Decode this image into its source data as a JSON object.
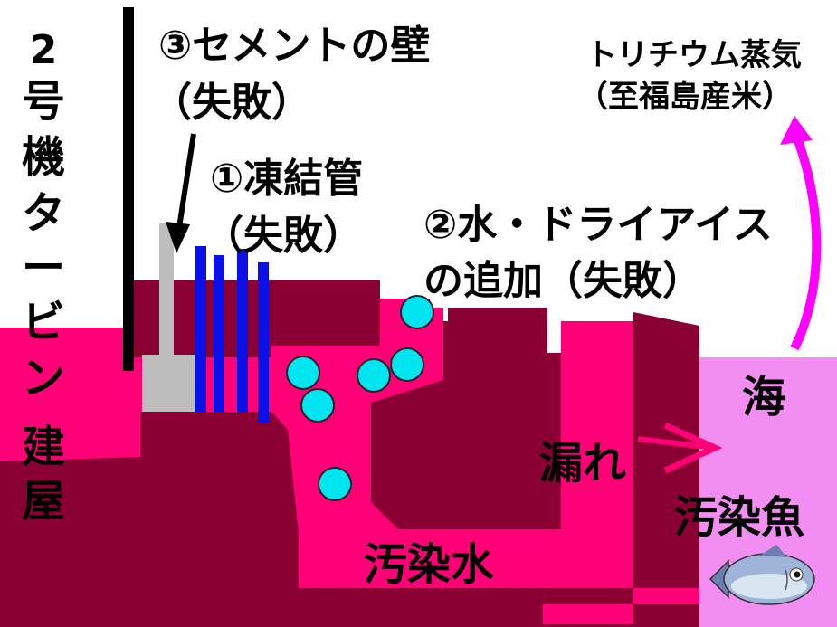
{
  "building": {
    "name_lines": [
      "2",
      "号",
      "機",
      "タ",
      "ー",
      "ビ",
      "ン",
      "建",
      "屋"
    ]
  },
  "labels": {
    "cement_wall_1": "③セメントの壁",
    "cement_wall_2": "（失敗）",
    "freeze_pipe_1": "①凍結管",
    "freeze_pipe_2": "（失敗）",
    "ice_1": "②水・ドライアイス",
    "ice_2": "の追加（失敗）",
    "tritium_1": "トリチウム蒸気",
    "tritium_2": "（至福島産米）",
    "sea": "海",
    "leak": "漏れ",
    "contaminated_fish": "汚染魚",
    "contaminated_water": "汚染水"
  },
  "colors": {
    "water": "#ff0077",
    "ground": "#8b0033",
    "sea": "#f28ef2",
    "pipe": "#0a10e6",
    "ice": "#00e5f0",
    "cement": "#bdbdbd",
    "arrow": "#ff00ff",
    "text": "#000000"
  },
  "icons": {
    "fish": "fish-icon",
    "down_arrow": "down-arrow-icon",
    "leak_arrow": "leak-arrow-icon",
    "up_arrow": "upward-curved-arrow-icon"
  }
}
